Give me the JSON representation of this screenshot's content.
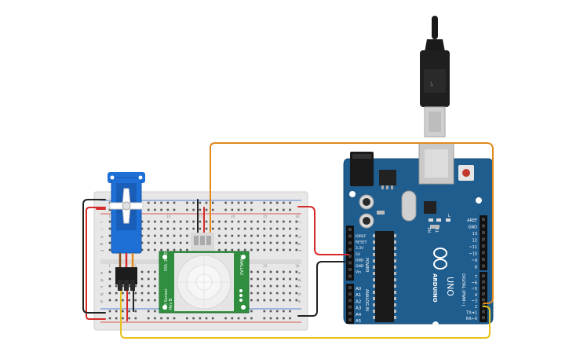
{
  "colors": {
    "arduino": "#1f5d8f",
    "arduino_dark": "#174a73",
    "breadboard": "#e6e6e6",
    "servo": "#1e6fd6",
    "pir_board": "#2f8f3f",
    "wire_red": "#d62a2a",
    "wire_black": "#222222",
    "wire_orange": "#e08a1e",
    "wire_yellow": "#e8c21a"
  },
  "arduino": {
    "brand": "ARDUINO",
    "model": "UNO",
    "power_label": "POWER",
    "analog_label": "ANALOG IN",
    "digital_label": "DIGITAL (PWM~)",
    "tx_label": "TX",
    "rx_label": "RX",
    "l_label": "L",
    "power_pins": [
      "IOREF",
      "RESET",
      "3.3V",
      "5V",
      "GND",
      "GND",
      "Vin"
    ],
    "analog_pins": [
      "A0",
      "A1",
      "A2",
      "A3",
      "A4",
      "A5"
    ],
    "digital_top": [
      "AREF",
      "GND",
      "13",
      "12",
      "~11",
      "~10",
      "~9",
      "8"
    ],
    "digital_bottom": [
      "7",
      "~6",
      "~5",
      "4",
      "~3",
      "2",
      "TX➔1",
      "RX←0"
    ]
  },
  "pir": {
    "brand": "PIR Sensor",
    "version": "Rev B",
    "part": "555-28027",
    "site": "PARALLAX"
  },
  "breadboard": {
    "col_numbers": [
      "1",
      "5",
      "10",
      "15",
      "20",
      "25",
      "30"
    ],
    "row_letters_top": [
      "j",
      "i",
      "h",
      "g",
      "f"
    ],
    "row_letters_bottom": [
      "e",
      "d",
      "c",
      "b",
      "a"
    ]
  }
}
